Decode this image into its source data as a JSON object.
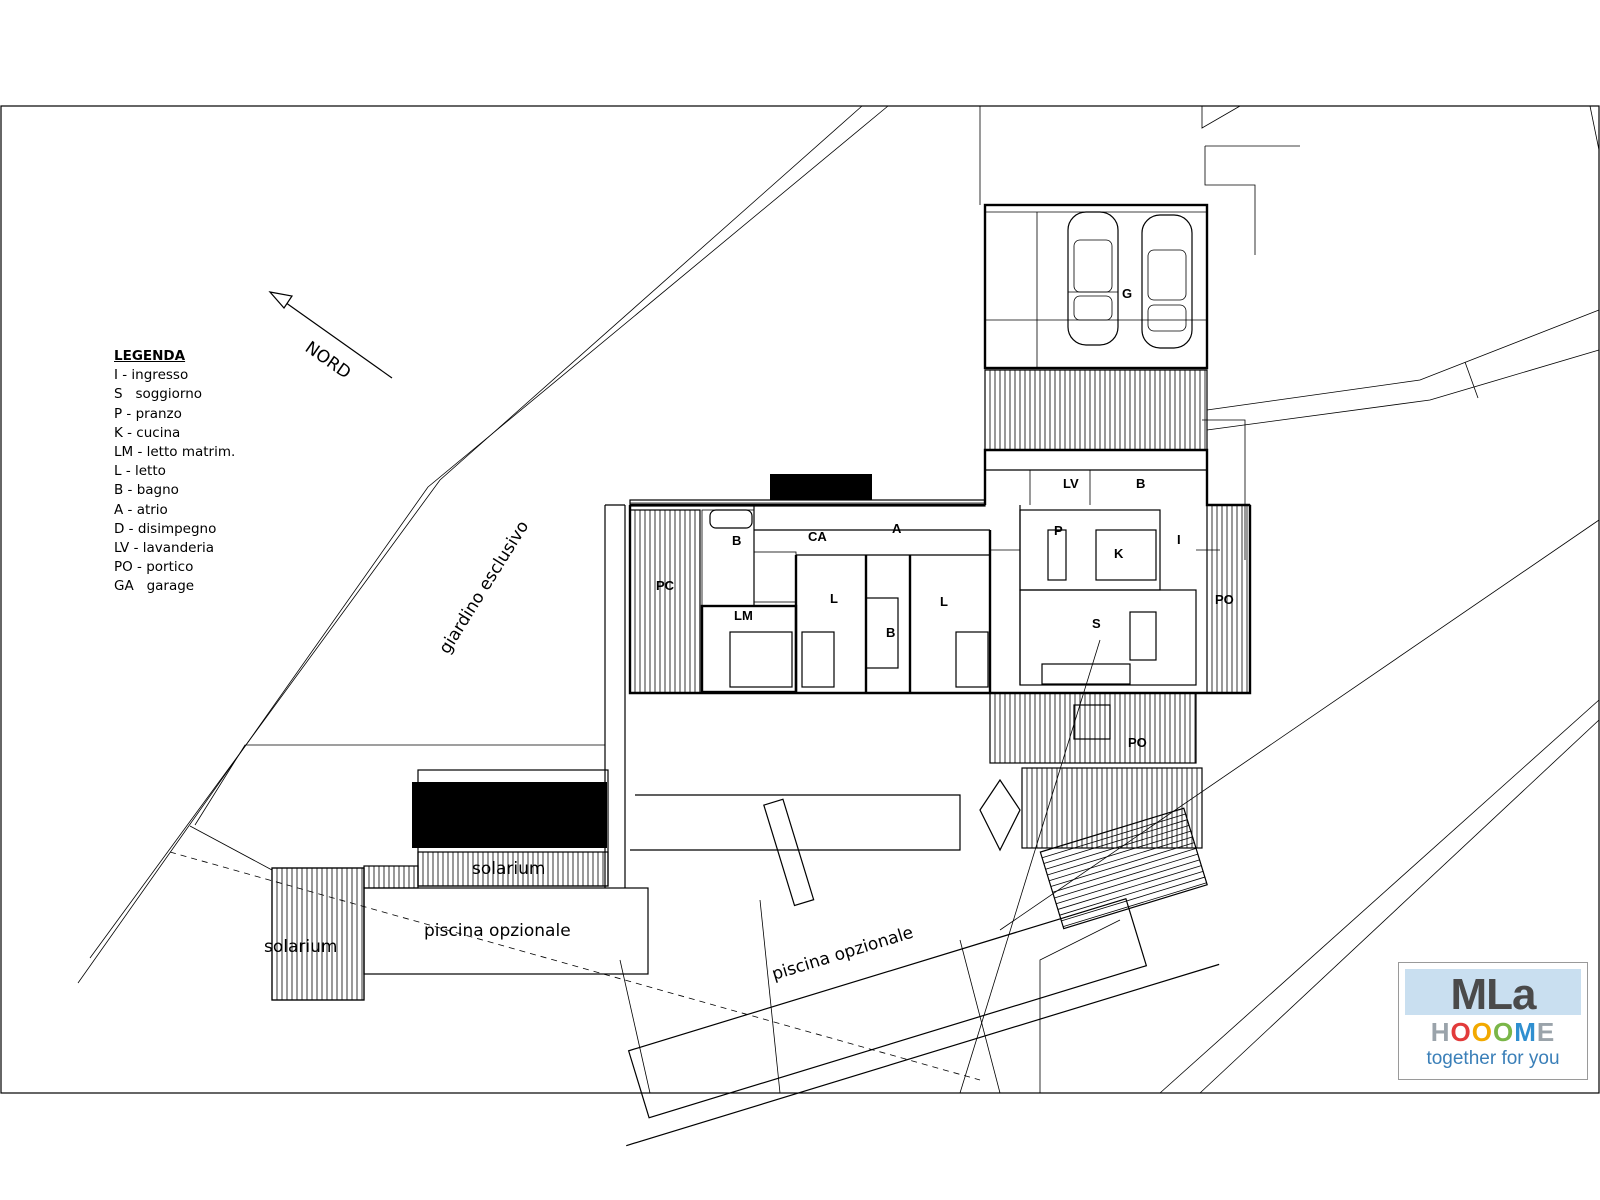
{
  "legend": {
    "title": "LEGENDA",
    "items": [
      "I - ingresso",
      "S   soggiorno",
      "P - pranzo",
      "K - cucina",
      "LM - letto matrim.",
      "L - letto",
      "B - bagno",
      "A - atrio",
      "D - disimpegno",
      "LV - lavanderia",
      "PO - portico",
      "GA   garage"
    ]
  },
  "compass": {
    "label": "NORD"
  },
  "labels": {
    "garden": "giardino esclusivo",
    "solarium_1": "solarium",
    "solarium_2": "solarium",
    "pool_1": "piscina opzionale",
    "pool_2": "piscina opzionale"
  },
  "rooms": {
    "garage": "G",
    "laundry": "LV",
    "bath_service": "B",
    "dining": "P",
    "kitchen": "K",
    "entrance": "I",
    "porch_east": "PO",
    "porch_south": "PO",
    "porch_west": "PC",
    "living": "S",
    "master_bed": "LM",
    "master_bath": "B",
    "closet": "CA",
    "atrium": "A",
    "bed_1": "L",
    "bed_2": "L",
    "bath_center": "B"
  },
  "logo": {
    "name": "MLa",
    "brand_letters": [
      "H",
      "O",
      "O",
      "O",
      "M",
      "E"
    ],
    "brand_colors": [
      "#9aa3aa",
      "#e23b3b",
      "#f2a900",
      "#7ab648",
      "#2f8fd0",
      "#9aa3aa"
    ],
    "tagline": "together for you"
  }
}
